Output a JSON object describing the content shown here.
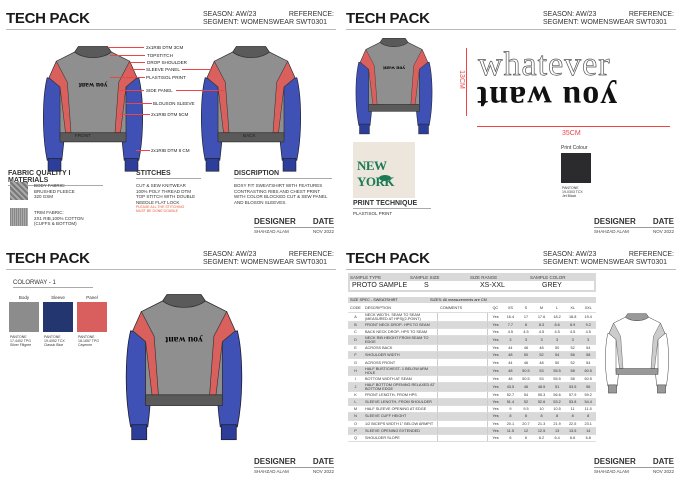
{
  "header": {
    "title": "TECH PACK",
    "season": "SEASON: AW/23",
    "segment": "SEGMENT: WOMENSWEAR",
    "reference_label": "REFERENCE:",
    "reference_value": "SWT0301"
  },
  "footer": {
    "designer_label": "DESIGNER",
    "date_label": "DATE",
    "designer": "SHAHZAD ALAM",
    "date": "NOV 2022"
  },
  "page1": {
    "callouts": [
      "2x1RIB DTM 3CM",
      "TOPSTITCH",
      "DROP SHOULDER",
      "SLEEVE PANEL",
      "PLASTISOL PRINT",
      "SIDE PANEL",
      "BLOUSON SLEEVE",
      "2x1RIB DTM 5CM",
      "2x1RIB DTM 8 CM"
    ],
    "front_label": "FRONT",
    "back_label": "BACK",
    "chest_print": "you want",
    "fabric": {
      "title": "FABRIC QUALITY I MATERIALS",
      "body": [
        "BODY FABRIC:",
        "BRUSHED FLEECE",
        "320 GSM"
      ],
      "trim": [
        "TRIM FABRIC:",
        "2X1 RIB,100% COTTON",
        "(CUFFS & BOTTOM)"
      ]
    },
    "stitches": {
      "title": "STITCHES",
      "lines": [
        "CUT & SEW KNITWEAR",
        "100% POLY THREAD DTM",
        "TOP STITCH WITH DOUBLE",
        "NEEDLE FLAT LOCK"
      ],
      "note": [
        "PLEASE ALL THE STITCHING",
        "MUST BE DONE DOUBLE"
      ]
    },
    "description": {
      "title": "DISCRIPTION",
      "text": [
        "BOXY FIT SWEATSHIRT WITH FEATURES",
        "CONTRASTING RIBS AND CHEST PRINT",
        "WITH COLOR BLOCKED CUT & SEW PANEL",
        "AND BLOSON SLEEVES."
      ]
    }
  },
  "page2": {
    "artwork_top": "whatever",
    "artwork_bottom": "you want",
    "height_dim": "13CM",
    "width_dim": "35CM",
    "print_colour": {
      "title": "Print Colour",
      "hex": "#2b2b2d",
      "pantone": [
        "PANTONE",
        "19-0303 TCX",
        "Jet Black"
      ]
    },
    "reference_photo_text": "NEW YORK",
    "print_technique": {
      "title": "PRINT TECHNIQUE",
      "value": "PLASTISOL PRINT"
    }
  },
  "page3": {
    "colorway_title": "COLORWAY - 1",
    "swatches": [
      {
        "label": "Body",
        "hex": "#8c8c8c",
        "pantone": [
          "PANTONE",
          "17-4402 TPG",
          "Silver Filigree"
        ]
      },
      {
        "label": "Sleeve",
        "hex": "#233670",
        "pantone": [
          "PANTONE",
          "19-4052 TCX",
          "Classic Blue"
        ]
      },
      {
        "label": "Panel",
        "hex": "#d95f5f",
        "pantone": [
          "PANTONE",
          "18-1657 TPG",
          "Cayenne"
        ]
      }
    ],
    "chest_print": "you want"
  },
  "page4": {
    "sample": {
      "headers": [
        "SAMPLE TYPE",
        "SAMPLE SIZE",
        "SIZE RANGE",
        "SAMPLE COLOR"
      ],
      "values": [
        "PROTO SAMPLE",
        "S",
        "XS-XXL",
        "GREY"
      ]
    },
    "spec_title": "SIZE SPEC - SWEATSHIRT",
    "spec_note": "SIZES: All measurements are CM",
    "columns": [
      "CODE",
      "DESCRIPTION",
      "COMMENTS",
      "QC",
      "XS",
      "S",
      "M",
      "L",
      "XL",
      "XXL"
    ],
    "rows": [
      {
        "code": "A",
        "desc": "NECK WIDTH- SEAM TO SEAM (MEASURED AT HPS)(2-POINT)",
        "qc": "Yes",
        "v": [
          "16.4",
          "17",
          "17.6",
          "18.2",
          "18.8",
          "19.4"
        ]
      },
      {
        "code": "B",
        "desc": "FRONT NECK DROP- HPS TO SEAM",
        "qc": "Yes",
        "v": [
          "7.7",
          "8",
          "8.3",
          "8.6",
          "8.9",
          "9.2"
        ]
      },
      {
        "code": "C",
        "desc": "BACK NECK DROP- HPS TO SEAM",
        "qc": "Yes",
        "v": [
          "4.5",
          "4.5",
          "4.5",
          "4.5",
          "4.5",
          "4.5"
        ]
      },
      {
        "code": "D",
        "desc": "NECK RIB HEIGHT FROM SEAM TO EDGE",
        "qc": "Yes",
        "v": [
          "3",
          "3",
          "3",
          "3",
          "3",
          "3"
        ]
      },
      {
        "code": "E",
        "desc": "ACROSS BACK",
        "qc": "Yes",
        "v": [
          "44",
          "46",
          "48",
          "50",
          "52",
          "54"
        ]
      },
      {
        "code": "F",
        "desc": "SHOULDER WIDTH",
        "qc": "Yes",
        "v": [
          "48",
          "50",
          "52",
          "54",
          "56",
          "58"
        ]
      },
      {
        "code": "G",
        "desc": "ACROSS FRONT",
        "qc": "Yes",
        "v": [
          "44",
          "46",
          "48",
          "50",
          "52",
          "54"
        ]
      },
      {
        "code": "H",
        "desc": "HALF BUST/CHEST- 1 BELOW ARM HOLE",
        "qc": "Yes",
        "v": [
          "48",
          "50.5",
          "53",
          "55.5",
          "58",
          "60.5"
        ]
      },
      {
        "code": "I",
        "desc": "BOTTOM WIDTH AT SEAM",
        "qc": "Yes",
        "v": [
          "48",
          "50.5",
          "53",
          "55.5",
          "58",
          "60.5"
        ]
      },
      {
        "code": "J",
        "desc": "HALF BOTTOM OPENING RELAXED AT BOTTOM EDGE",
        "qc": "Yes",
        "v": [
          "43.5",
          "46",
          "48.5",
          "51",
          "53.5",
          "56"
        ]
      },
      {
        "code": "K",
        "desc": "FRONT LENGTH- FROM HPS",
        "qc": "Yes",
        "v": [
          "52.7",
          "54",
          "55.3",
          "56.6",
          "57.9",
          "59.2"
        ]
      },
      {
        "code": "L",
        "desc": "SLEEVE LENGTH- FROM SHOULDER",
        "qc": "Yes",
        "v": [
          "51.4",
          "52",
          "52.6",
          "53.2",
          "53.8",
          "54.4"
        ]
      },
      {
        "code": "M",
        "desc": "HALF SLEEVE OPENING AT EDGE",
        "qc": "Yes",
        "v": [
          "9",
          "9.5",
          "10",
          "10.5",
          "11",
          "11.5"
        ]
      },
      {
        "code": "N",
        "desc": "SLEEVE CUFF HEIGHT",
        "qc": "Yes",
        "v": [
          "8",
          "8",
          "8",
          "8",
          "8",
          "8"
        ]
      },
      {
        "code": "O",
        "desc": "1/2 BICEPS WIDTH 1\" BELOW ARMPIT",
        "qc": "Yes",
        "v": [
          "20.1",
          "20.7",
          "21.3",
          "21.9",
          "22.5",
          "23.1"
        ]
      },
      {
        "code": "P",
        "desc": "SLEEVE OPENING EXTENDED",
        "qc": "Yes",
        "v": [
          "11.5",
          "12",
          "12.5",
          "13",
          "13.5",
          "14"
        ]
      },
      {
        "code": "Q",
        "desc": "SHOULDER SLOPE",
        "qc": "Yes",
        "v": [
          "6",
          "6",
          "6.2",
          "6.4",
          "6.6",
          "6.8"
        ]
      }
    ]
  },
  "colors": {
    "body_grey": "#8f8f8f",
    "sleeve_blue": "#3f51b5",
    "panel_red": "#d9605c",
    "rib_dark": "#5a5a5a",
    "cuff_blue": "#2c3e99"
  }
}
